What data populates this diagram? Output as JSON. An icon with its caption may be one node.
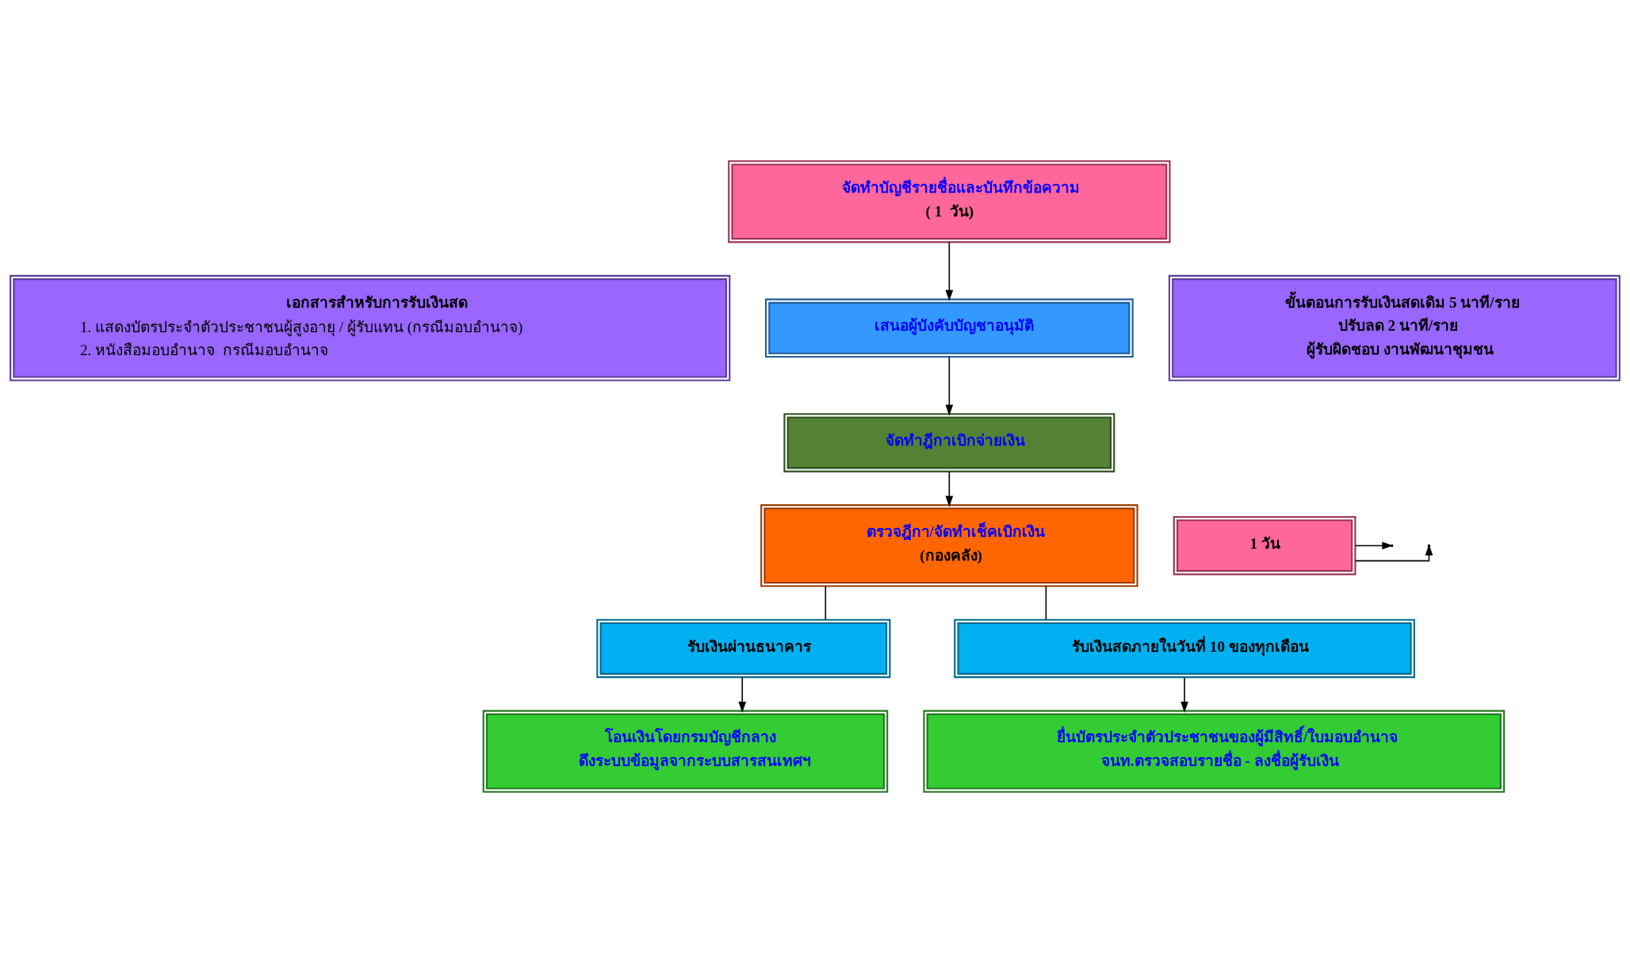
{
  "diagram": {
    "nodes": [
      {
        "text": [
          "จัดทำบัญชีรายชื่อและบันทึกข้อความ",
          "( 1  วัน)"
        ]
      },
      {
        "text": [
          "เสนอผู้บังคับบัญชาอนุมัติ"
        ]
      },
      {
        "text": [
          "จัดทำฎีกาเบิกจ่ายเงิน"
        ]
      },
      {
        "text": [
          "ตรวจฎีกา/จัดทำเช็คเบิกเงิน",
          "(กองคลัง)"
        ]
      },
      {
        "text": [
          "1 วัน"
        ]
      },
      {
        "text": [
          "เอกสารสำหรับการรับเงินสด",
          "1. แสดงบัตรประจำตัวประชาชนผู้สูงอายุ / ผู้รับแทน (กรณีมอบอำนาจ)",
          "2. หนังสือมอบอำนาจ  กรณีมอบอำนาจ"
        ]
      },
      {
        "text": [
          "ขั้นตอนการรับเงินสดเดิม 5 นาที/ราย",
          "ปรับลด 2 นาที/ราย",
          "ผู้รับผิดชอบ งานพัฒนาชุมชน"
        ]
      },
      {
        "text": [
          "รับเงินผ่านธนาคาร"
        ]
      },
      {
        "text": [
          "รับเงินสดภายในวันที่ 10 ของทุกเดือน"
        ]
      },
      {
        "text": [
          "โอนเงินโดยกรมบัญชีกลาง",
          "ดึงระบบข้อมูลจากระบบสารสนเทศฯ"
        ]
      },
      {
        "text": [
          "ยื่นบัตรประจำตัวประชาชนของผู้มีสิทธิ์/ใบมอบอำนาจ",
          "จนท.ตรวจสอบรายชื่อ - ลงชื่อผู้รับเงิน"
        ]
      }
    ],
    "edges": [
      {
        "from": 0,
        "to": 1,
        "arrow": "to"
      },
      {
        "from": 1,
        "to": 2,
        "arrow": "to"
      },
      {
        "from": 2,
        "to": 3,
        "arrow": "to"
      },
      {
        "from": 4,
        "to": null,
        "arrow": "to"
      },
      {
        "from": 4,
        "to": null,
        "arrow": "to"
      },
      {
        "from": 3,
        "to": 7,
        "arrow": "none"
      },
      {
        "from": 3,
        "to": 8,
        "arrow": "none"
      },
      {
        "from": 7,
        "to": 9,
        "arrow": "to"
      },
      {
        "from": 8,
        "to": 10,
        "arrow": "to"
      }
    ]
  }
}
